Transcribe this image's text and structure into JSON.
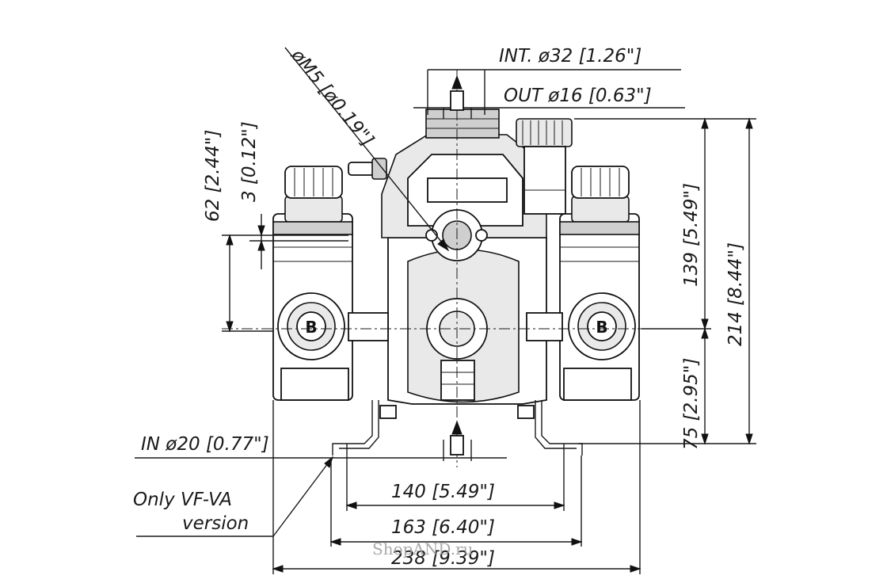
{
  "labels": {
    "int": "INT. ø32 [1.26\"]",
    "out": "OUT ø16 [0.63\"]",
    "m5": "øM5 [ø0.19\"]",
    "h62": "62 [2.44\"]",
    "h3": "3 [0.12\"]",
    "h139": "139 [5.49\"]",
    "h214": "214 [8.44\"]",
    "h75": "75 [2.95\"]",
    "in": "IN ø20 [0.77\"]",
    "only_line1": "Only VF-VA",
    "only_line2": "version",
    "w140": "140 [5.49\"]",
    "w163": "163 [6.40\"]",
    "w238": "238 [9.39\"]",
    "watermark": "ShopAND.ru",
    "port_mark_left": "B",
    "port_mark_right": "B"
  },
  "colors": {
    "line": "#1a1a1a",
    "watermark": "#9c9c9c"
  }
}
